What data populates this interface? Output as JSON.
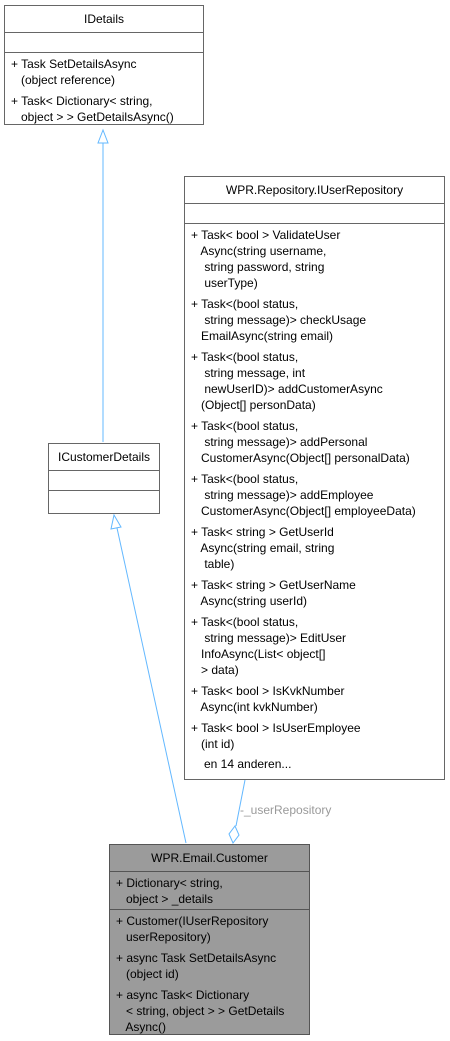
{
  "idetails": {
    "name": "IDetails",
    "methods": [
      "+ Task SetDetailsAsync\n   (object reference)",
      "+ Task< Dictionary< string,\n   object > > GetDetailsAsync()"
    ]
  },
  "icustomerdetails": {
    "name": "ICustomerDetails"
  },
  "iuserrepository": {
    "name": "WPR.Repository.IUserRepository",
    "methods": [
      "+ Task< bool > ValidateUser\n   Async(string username,\n    string password, string\n    userType)",
      "+ Task<(bool status,\n    string message)> checkUsage\n   EmailAsync(string email)",
      "+ Task<(bool status,\n    string message, int\n    newUserID)> addCustomerAsync\n   (Object[] personData)",
      "+ Task<(bool status,\n    string message)> addPersonal\n   CustomerAsync(Object[] personalData)",
      "+ Task<(bool status,\n    string message)> addEmployee\n   CustomerAsync(Object[] employeeData)",
      "+ Task< string > GetUserId\n   Async(string email, string\n    table)",
      "+ Task< string > GetUserName\n   Async(string userId)",
      "+ Task<(bool status,\n    string message)> EditUser\n   InfoAsync(List< object[]\n   > data)",
      "+ Task< bool > IsKvkNumber\n   Async(int kvkNumber)",
      "+ Task< bool > IsUserEmployee\n   (int id)"
    ],
    "more": "en 14 anderen..."
  },
  "customer": {
    "name": "WPR.Email.Customer",
    "attributes": [
      "+ Dictionary< string,\n   object > _details"
    ],
    "methods": [
      "+ Customer(IUserRepository\n   userRepository)",
      "+ async Task SetDetailsAsync\n   (object id)",
      "+ async Task< Dictionary\n   < string, object > > GetDetails\n   Async()"
    ]
  },
  "association_label": "-_userRepository",
  "colors": {
    "inheritance": "#63b8ff",
    "association": "#63b8ff",
    "focus_box": "#9b9b9b",
    "label": "#9a9a9a"
  }
}
